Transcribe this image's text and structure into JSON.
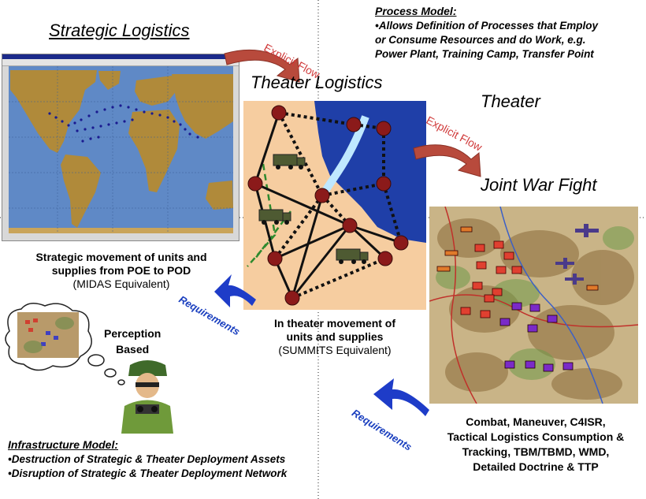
{
  "titles": {
    "strategic": "Strategic Logistics",
    "theater_logistics": "Theater Logistics",
    "theater": "Theater",
    "joint_war_fight": "Joint War Fight"
  },
  "flows": {
    "explicit_flow_1": "Explicit Flow",
    "explicit_flow_2": "Explicit Flow",
    "requirements_1": "Requirements",
    "requirements_2": "Requirements"
  },
  "process_model": {
    "title": "Process Model:",
    "lines": [
      "•Allows Definition of Processes that Employ",
      "or Consume Resources and do Work, e.g.",
      "Power Plant, Training Camp, Transfer Point"
    ]
  },
  "strategic_caption": {
    "line1": "Strategic movement of units and",
    "line2": "supplies from POE to POD",
    "sub": "(MIDAS Equivalent)"
  },
  "theater_caption": {
    "line1": "In theater movement of",
    "line2": "units and supplies",
    "sub": "(SUMMITS  Equivalent)"
  },
  "jwf_caption": {
    "lines": [
      "Combat, Maneuver, C4ISR,",
      "Tactical Logistics Consumption &",
      "Tracking, TBM/TBMD,  WMD,",
      "Detailed Doctrine & TTP"
    ]
  },
  "perception": {
    "line1": "Perception",
    "line2": "Based"
  },
  "infrastructure_model": {
    "title": "Infrastructure Model:",
    "lines": [
      "•Destruction of Strategic & Theater Deployment Assets",
      "•Disruption of Strategic & Theater Deployment Network"
    ]
  },
  "colors": {
    "arrow_red": "#b84a3c",
    "arrow_blue": "#1e3cc8",
    "flow_text": "#d03a3a",
    "req_text": "#1a3fbf",
    "map_ocean": "#5f89c6",
    "map_land": "#b08a3a",
    "theater_bg": "#f6cda0",
    "water": "#1f3fa8",
    "node": "#8b1a1a"
  }
}
